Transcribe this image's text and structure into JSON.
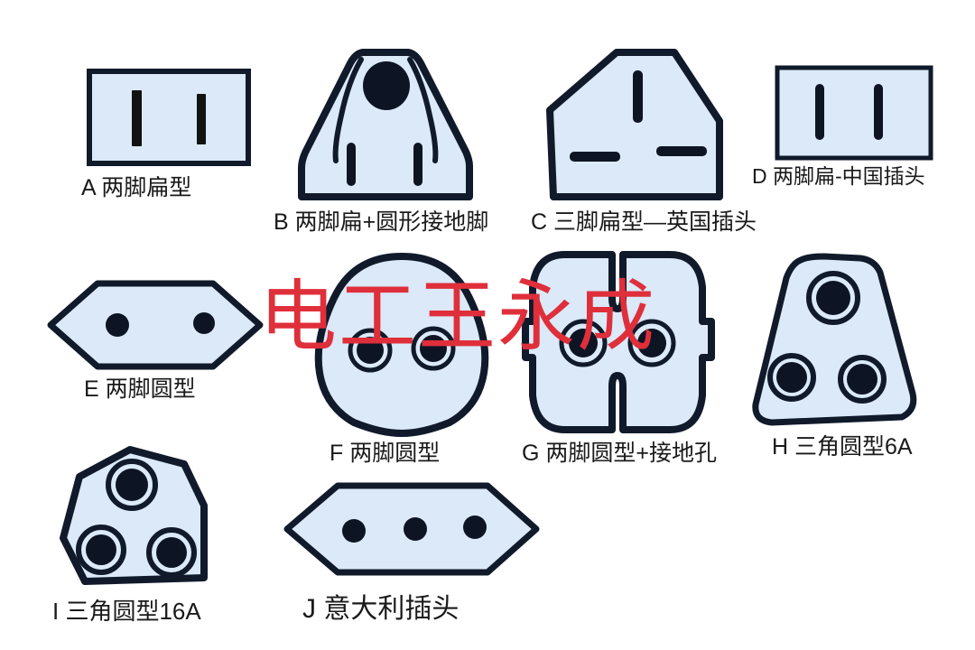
{
  "page": {
    "background_color": "#ffffff",
    "title": "Electrical plug pin-configuration reference chart"
  },
  "watermark": {
    "text": "电工王永成",
    "color": "#df2f3b"
  },
  "style": {
    "fill_color": "#dbe9f8",
    "stroke_color": "#101a2b",
    "hole_color": "#0d1524"
  },
  "figures": [
    {
      "key": "a",
      "letter": "A",
      "caption": "A 两脚扁型",
      "shape": "rectangle",
      "pins": "two flat vertical blades"
    },
    {
      "key": "b",
      "letter": "B",
      "caption": "B 两脚扁+圆形接地脚",
      "shape": "tapered-trapezoid-with-shoulders",
      "pins": "two flat blades plus round earth pin"
    },
    {
      "key": "c",
      "letter": "C",
      "caption": "C 三脚扁型—英国插头",
      "shape": "pentagon",
      "pins": "one vertical blade plus two horizontal blades"
    },
    {
      "key": "d",
      "letter": "D",
      "caption": "D 两脚扁-中国插头",
      "shape": "rectangle",
      "pins": "two rounded flat blades"
    },
    {
      "key": "e",
      "letter": "E",
      "caption": "E 两脚圆型",
      "shape": "hexagon",
      "pins": "two round pins"
    },
    {
      "key": "f",
      "letter": "F",
      "caption": "F 两脚圆型",
      "shape": "egg-oval",
      "pins": "two ringed round pins"
    },
    {
      "key": "g",
      "letter": "G",
      "caption": "G 两脚圆型+接地孔",
      "shape": "rounded-square-notched",
      "pins": "two ringed round pins plus earth contacts"
    },
    {
      "key": "h",
      "letter": "H",
      "caption": "H 三角圆型6A",
      "shape": "rounded-trapezoid",
      "pins": "three ringed round pins"
    },
    {
      "key": "i",
      "letter": "I",
      "caption": "I 三角圆型16A",
      "shape": "pentagon-trapezoid",
      "pins": "three ringed round pins"
    },
    {
      "key": "j",
      "letter": "J",
      "caption": "J 意大利插头",
      "shape": "hexagon",
      "pins": "three round pins in a row"
    }
  ]
}
